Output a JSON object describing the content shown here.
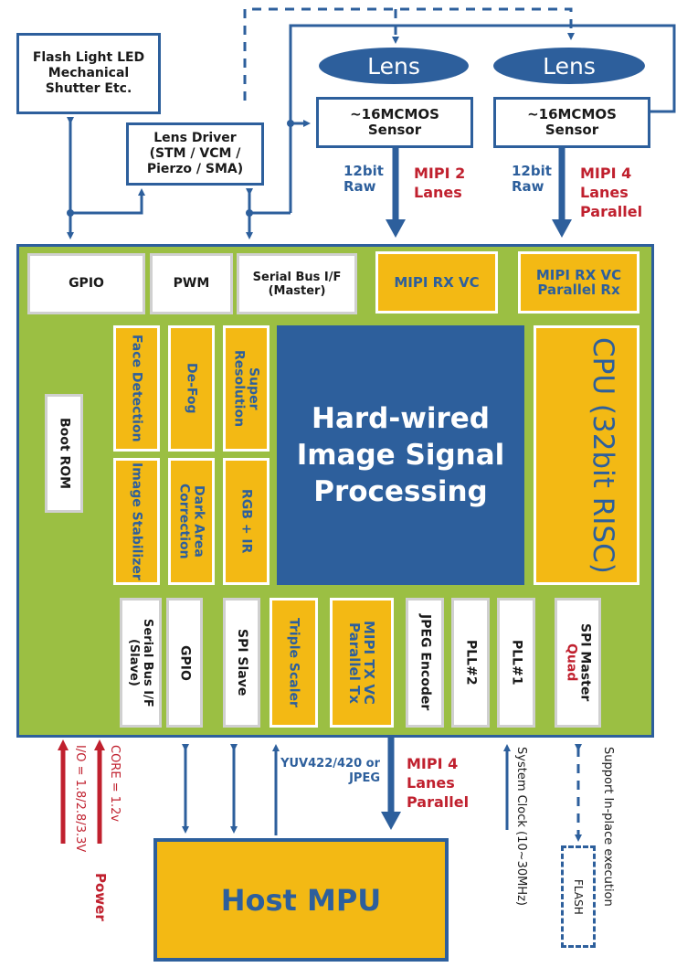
{
  "colors": {
    "primary_blue": "#2d5f9c",
    "board_green": "#9bbf43",
    "block_yellow": "#f3b914",
    "accent_red": "#c0202e"
  },
  "external": {
    "flash_light": "Flash Light LED Mechanical Shutter Etc.",
    "lens_driver": "Lens Driver (STM / VCM / Pierzo / SMA)",
    "lens_1": "Lens",
    "lens_2": "Lens",
    "sensor_1": "~16MCMOS Sensor",
    "sensor_2": "~16MCMOS Sensor"
  },
  "links": {
    "sensor1_format": "12bit Raw",
    "sensor1_interface": "MIPI 2 Lanes",
    "sensor2_format": "12bit Raw",
    "sensor2_interface": "MIPI 4 Lanes Parallel",
    "output_format": "YUV422/420 or JPEG",
    "output_interface": "MIPI 4 Lanes Parallel",
    "core_voltage": "CORE = 1.2v",
    "io_voltage": "I/O = 1.8/2.8/3.3V",
    "power": "Power",
    "system_clock": "System Clock (10~30MHz)",
    "xip": "Support In-place execution"
  },
  "board": {
    "top_row": [
      "GPIO",
      "PWM",
      "Serial Bus I/F (Master)"
    ],
    "mipi_rx_1": "MIPI RX VC",
    "mipi_rx_2": "MIPI RX VC Parallel Rx",
    "boot_rom": "Boot ROM",
    "isp_blocks": [
      "Face Detection",
      "De-Fog",
      "Super Resolution",
      "Image Stabilizer",
      "Dark Area Correction",
      "RGB + IR"
    ],
    "isp_core": "Hard-wired Image Signal Processing",
    "cpu": "CPU (32bit RISC)",
    "bottom_row": {
      "serial_slave": "Serial Bus I/F (Slave)",
      "gpio": "GPIO",
      "spi_slave": "SPI Slave",
      "triple_scaler": "Triple Scaler",
      "mipi_tx": "MIPI TX VC Parallel Tx",
      "jpeg": "JPEG Encoder",
      "pll2": "PLL#2",
      "pll1": "PLL#1",
      "spi_master": "SPI Master",
      "spi_master_mode": "Quad"
    }
  },
  "host": "Host MPU",
  "flash_memory": "FLASH"
}
